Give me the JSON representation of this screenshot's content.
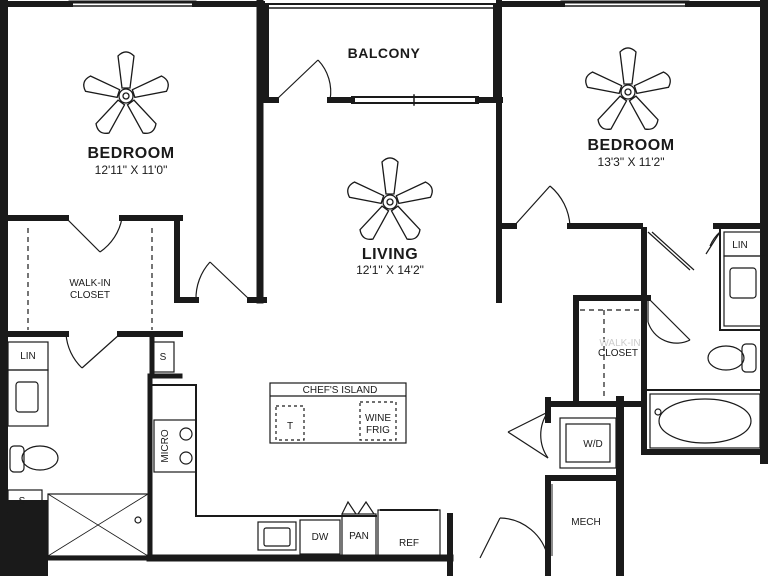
{
  "rooms": {
    "bedroom_left": {
      "name": "BEDROOM",
      "dims": "12'11\" X 11'0\""
    },
    "bedroom_right": {
      "name": "BEDROOM",
      "dims": "13'3\" X 11'2\""
    },
    "living": {
      "name": "LIVING",
      "dims": "12'1\" X 14'2\""
    },
    "balcony": {
      "name": "BALCONY"
    },
    "walkin_left": {
      "line1": "WALK-IN",
      "line2": "CLOSET"
    },
    "walkin_right": {
      "label": "CLOSET",
      "faded": "WALK-IN"
    }
  },
  "fixtures": {
    "chefs_island": "CHEF'S ISLAND",
    "t": "T",
    "wine_line1": "WINE",
    "wine_line2": "FRIG",
    "micro": "MICRO",
    "dw": "DW",
    "pan": "PAN",
    "ref": "REF",
    "wd": "W/D",
    "mech": "MECH",
    "lin_left": "LIN",
    "lin_right": "LIN",
    "s_left_top": "S",
    "s_left_bottom": "S"
  },
  "colors": {
    "wall": "#1a1a1a",
    "background": "#ffffff"
  }
}
